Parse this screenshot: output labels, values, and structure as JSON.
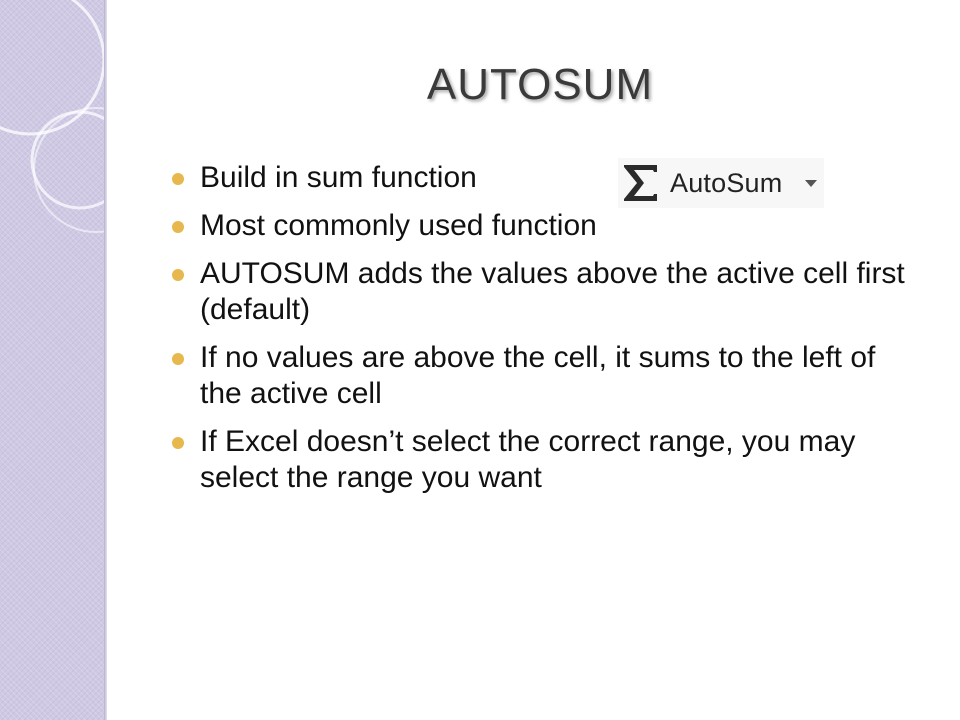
{
  "title": "AUTOSUM",
  "bullets": [
    {
      "text": "Build in sum function"
    },
    {
      "text": "Most commonly used function"
    },
    {
      "text": "AUTOSUM adds the values above the active cell first (default)"
    },
    {
      "text": "If no values are above the cell, it sums to the left of the active cell"
    },
    {
      "text": "If Excel doesn’t select the correct range, you may select the range you want"
    }
  ],
  "autosum_button": {
    "icon": "sigma-icon",
    "label": "AutoSum",
    "dropdown_icon": "chevron-down-icon"
  },
  "colors": {
    "sidebar": "#cfc9e4",
    "bullet": "#e6b84d",
    "title": "#3a3a3a",
    "text": "#111111"
  }
}
